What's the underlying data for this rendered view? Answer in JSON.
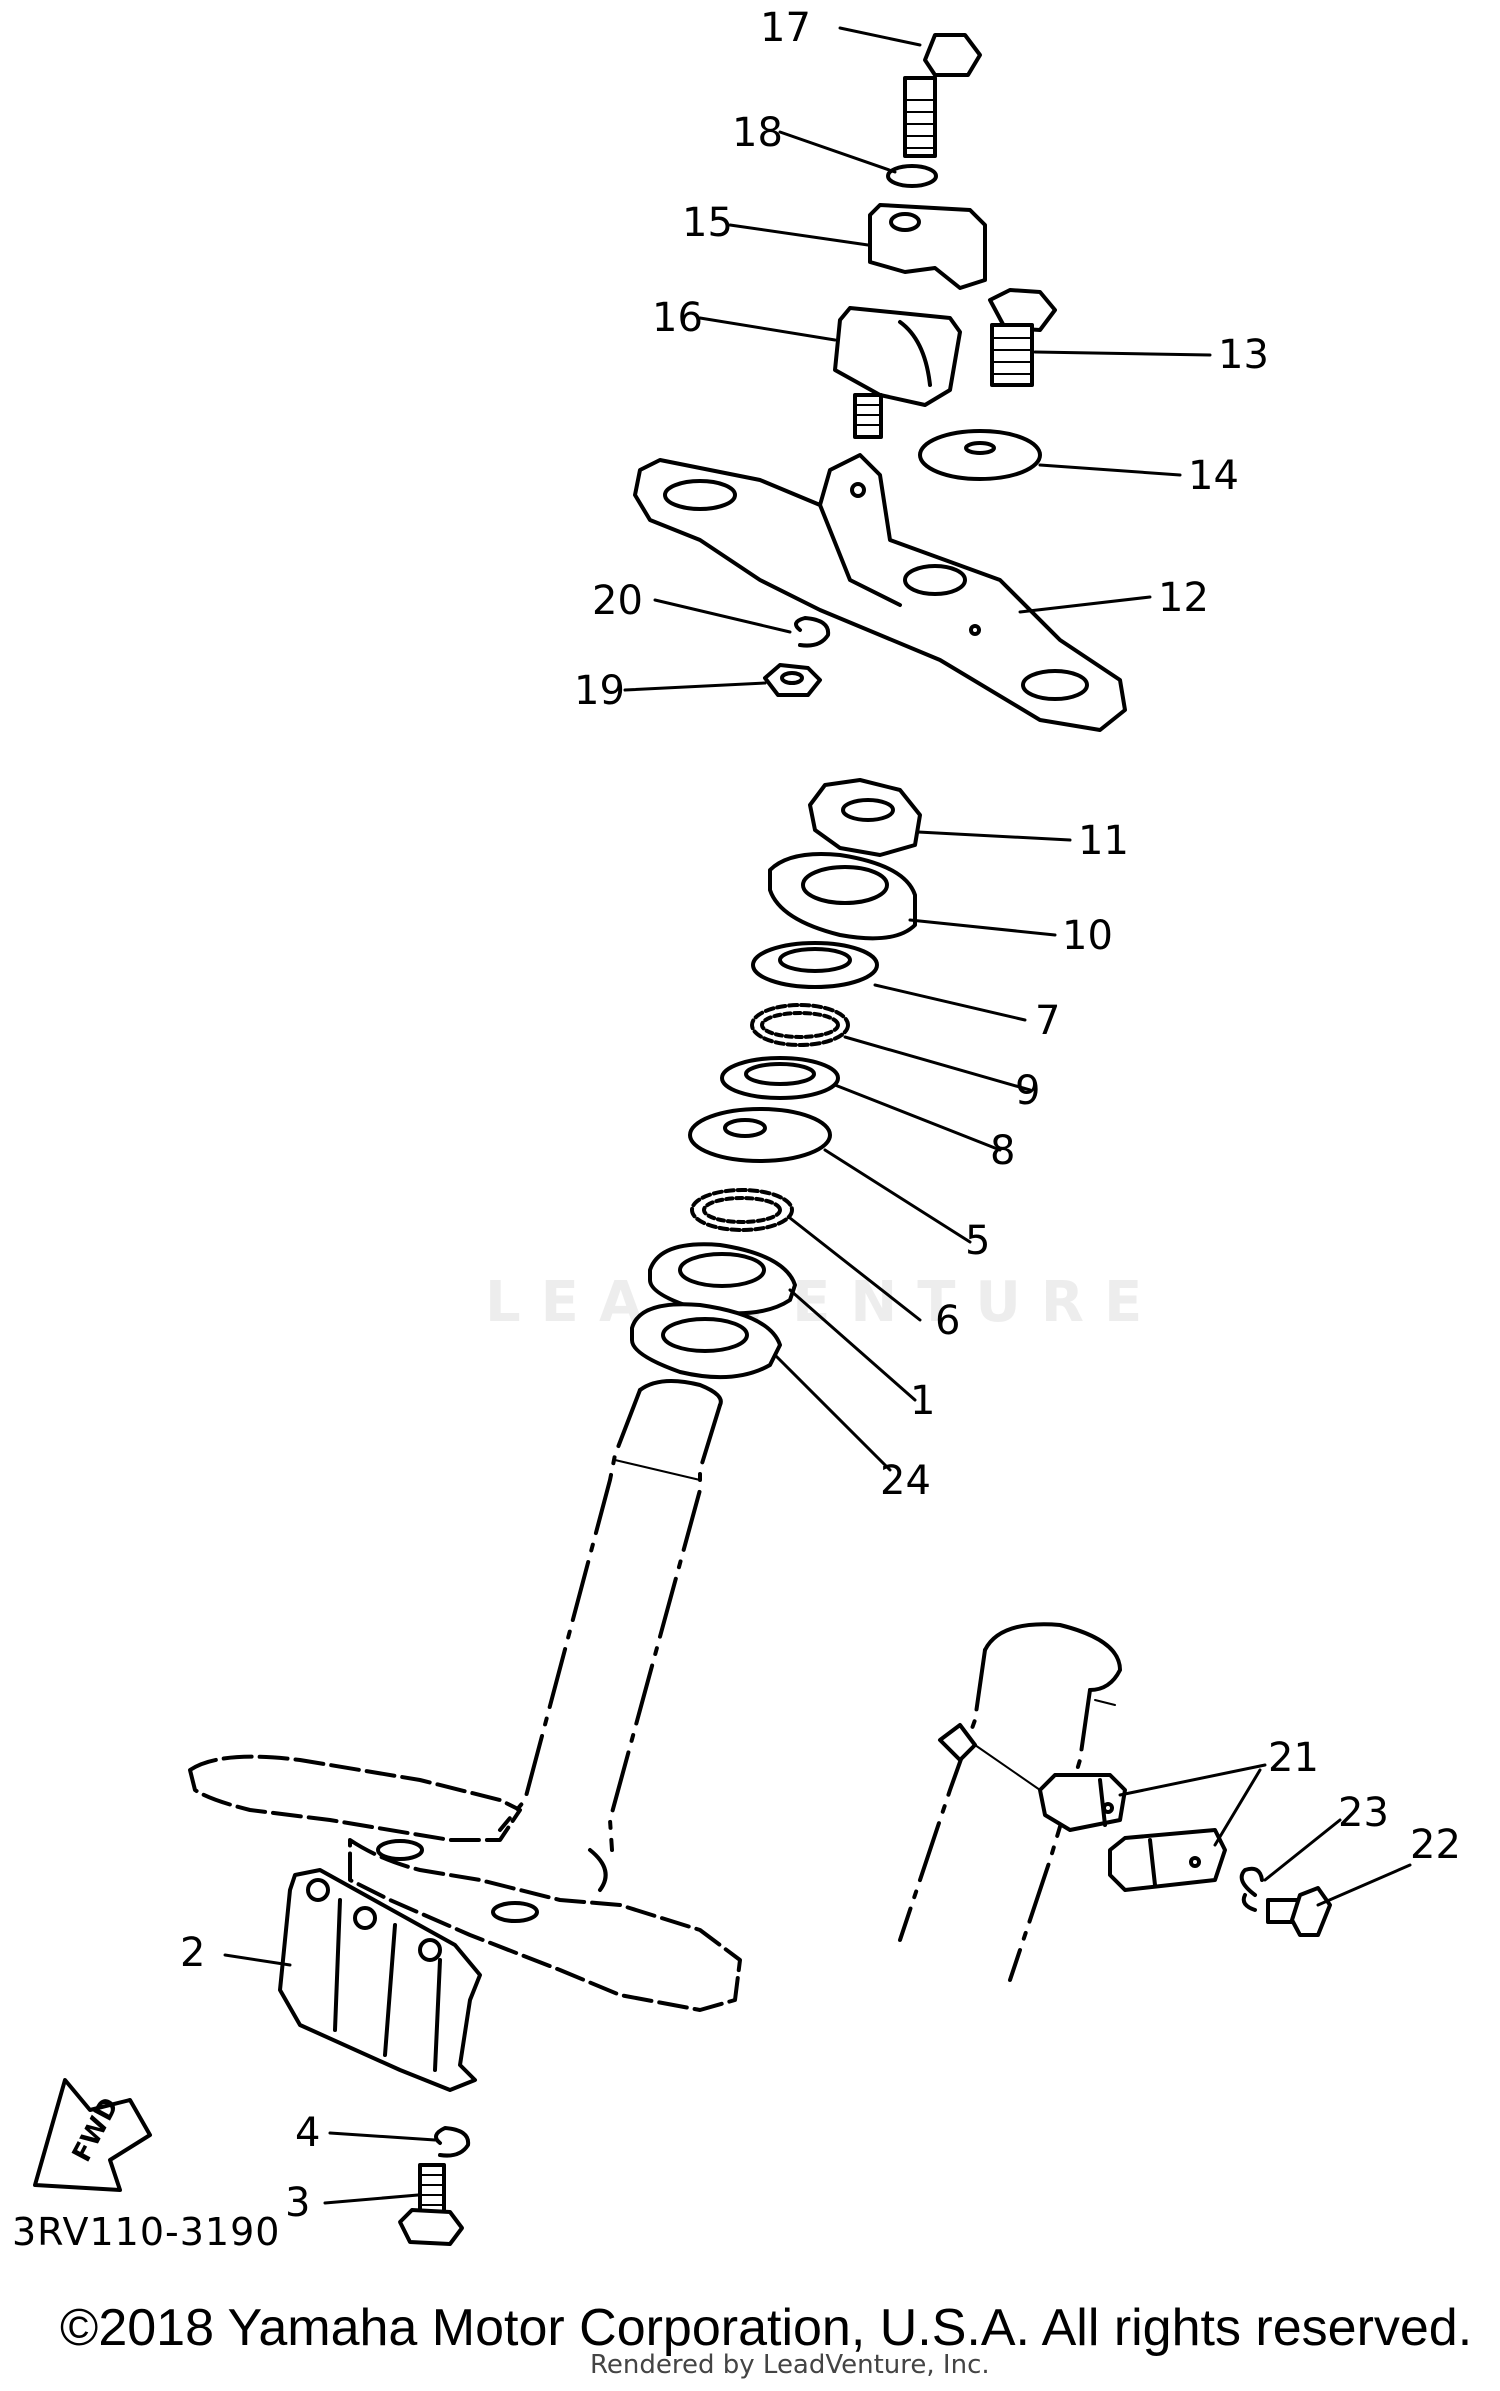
{
  "diagram": {
    "callouts": [
      "17",
      "18",
      "15",
      "16",
      "13",
      "14",
      "12",
      "20",
      "19",
      "11",
      "10",
      "7",
      "9",
      "8",
      "5",
      "6",
      "1",
      "24",
      "21",
      "23",
      "22",
      "2",
      "4",
      "3"
    ],
    "fwd_arrow_label": "FWD",
    "code": "3RV110-3190",
    "watermark": "LEADVENTURE",
    "copyright": "©2018 Yamaha Motor Corporation, U.S.A. All rights reserved.",
    "rendered_by": "Rendered by LeadVenture, Inc."
  }
}
